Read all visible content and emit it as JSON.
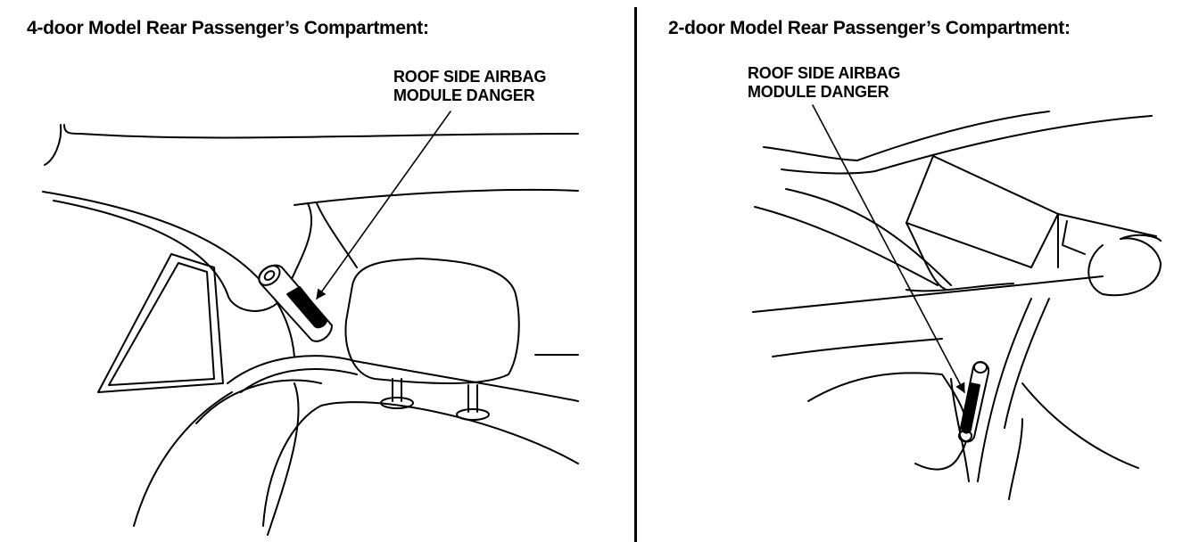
{
  "panels": [
    {
      "heading": "4-door Model Rear Passenger’s Compartment:",
      "callout": {
        "line1": "ROOF SIDE AIRBAG",
        "line2": "MODULE DANGER"
      }
    },
    {
      "heading": "2-door Model Rear Passenger’s Compartment:",
      "callout": {
        "line1": "ROOF SIDE AIRBAG",
        "line2": "MODULE DANGER"
      }
    }
  ],
  "colors": {
    "ink": "#000000",
    "paper": "#ffffff"
  },
  "icons": {
    "airbag_module": "airbag-module-icon",
    "leader": "arrow-icon"
  }
}
